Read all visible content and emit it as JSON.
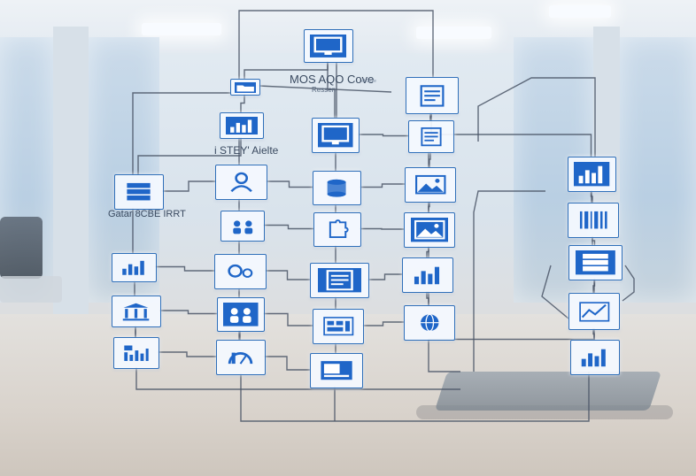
{
  "labels": {
    "header_main": "MOS AQO Cove",
    "header_sub": "Ressen",
    "header_tiny": "ef 0ru/e",
    "left_mid": "i STEY' Aielte",
    "far_left": "Gatar 8CBE IRRT"
  },
  "colors": {
    "accent": "#2f6fb9",
    "accent_fill": "#1f66c8",
    "line": "#4a5566",
    "card_bg": "#f4f9ff"
  },
  "nodes": [
    {
      "id": "top-monitor",
      "icon": "monitor-icon",
      "style": "solid"
    },
    {
      "id": "small-folder",
      "icon": "folder-icon",
      "style": "solid"
    },
    {
      "id": "upper-left-bars",
      "icon": "bar-chart-icon",
      "style": "solid"
    },
    {
      "id": "upper-center-monitor",
      "icon": "monitor-icon",
      "style": "solid"
    },
    {
      "id": "top-right-doc",
      "icon": "document-icon",
      "style": "outline"
    },
    {
      "id": "right-upper-doc",
      "icon": "document-icon",
      "style": "outline"
    },
    {
      "id": "far-right-chart",
      "icon": "bar-chart-icon",
      "style": "solid"
    },
    {
      "id": "left-server",
      "icon": "server-icon",
      "style": "outline"
    },
    {
      "id": "center-person",
      "icon": "person-icon",
      "style": "outline"
    },
    {
      "id": "center-database",
      "icon": "database-icon",
      "style": "outline"
    },
    {
      "id": "right-gallery",
      "icon": "image-icon",
      "style": "outline"
    },
    {
      "id": "mid-left-people",
      "icon": "people-icon",
      "style": "outline"
    },
    {
      "id": "center-puzzle",
      "icon": "puzzle-icon",
      "style": "outline"
    },
    {
      "id": "right-photo",
      "icon": "image-icon",
      "style": "solid"
    },
    {
      "id": "far-right-barcode",
      "icon": "barcode-icon",
      "style": "outline"
    },
    {
      "id": "left-bars",
      "icon": "bar-chart-icon",
      "style": "outline"
    },
    {
      "id": "center-gears",
      "icon": "gears-icon",
      "style": "outline"
    },
    {
      "id": "center-doc",
      "icon": "document-icon",
      "style": "solid"
    },
    {
      "id": "right-chart",
      "icon": "bar-chart-icon",
      "style": "outline"
    },
    {
      "id": "far-right-server",
      "icon": "server-icon",
      "style": "solid"
    },
    {
      "id": "left-cabinet",
      "icon": "cabinet-icon",
      "style": "outline"
    },
    {
      "id": "center-group",
      "icon": "people-icon",
      "style": "solid"
    },
    {
      "id": "center-data",
      "icon": "data-grid-icon",
      "style": "outline"
    },
    {
      "id": "right-globe",
      "icon": "globe-icon",
      "style": "outline"
    },
    {
      "id": "far-right-hand",
      "icon": "analytics-icon",
      "style": "outline"
    },
    {
      "id": "left-stats",
      "icon": "stats-icon",
      "style": "outline"
    },
    {
      "id": "center-gauge",
      "icon": "gauge-icon",
      "style": "outline"
    },
    {
      "id": "center-report",
      "icon": "report-icon",
      "style": "outline"
    },
    {
      "id": "far-right-bottom",
      "icon": "bar-chart-icon",
      "style": "outline"
    }
  ],
  "edges": [
    [
      "top-monitor",
      "upper-center-monitor"
    ],
    [
      "top-monitor",
      "small-folder"
    ],
    [
      "small-folder",
      "upper-left-bars"
    ],
    [
      "upper-left-bars",
      "left-server"
    ],
    [
      "upper-center-monitor",
      "right-upper-doc"
    ],
    [
      "top-right-doc",
      "right-upper-doc"
    ],
    [
      "top-right-doc",
      "far-right-chart"
    ],
    [
      "left-server",
      "center-person"
    ],
    [
      "center-person",
      "center-database"
    ],
    [
      "center-database",
      "right-gallery"
    ],
    [
      "right-upper-doc",
      "right-gallery"
    ],
    [
      "mid-left-people",
      "center-puzzle"
    ],
    [
      "center-puzzle",
      "right-photo"
    ],
    [
      "right-gallery",
      "right-photo"
    ],
    [
      "far-right-chart",
      "far-right-barcode"
    ],
    [
      "left-bars",
      "center-gears"
    ],
    [
      "center-gears",
      "center-doc"
    ],
    [
      "center-doc",
      "right-chart"
    ],
    [
      "right-photo",
      "right-chart"
    ],
    [
      "far-right-barcode",
      "far-right-server"
    ],
    [
      "left-cabinet",
      "center-group"
    ],
    [
      "center-group",
      "center-data"
    ],
    [
      "center-data",
      "right-globe"
    ],
    [
      "right-chart",
      "right-globe"
    ],
    [
      "far-right-server",
      "far-right-hand"
    ],
    [
      "left-stats",
      "center-gauge"
    ],
    [
      "center-gauge",
      "center-report"
    ],
    [
      "right-globe",
      "far-right-bottom"
    ],
    [
      "far-right-hand",
      "far-right-bottom"
    ],
    [
      "left-cabinet",
      "left-stats"
    ],
    [
      "center-group",
      "center-gauge"
    ]
  ]
}
